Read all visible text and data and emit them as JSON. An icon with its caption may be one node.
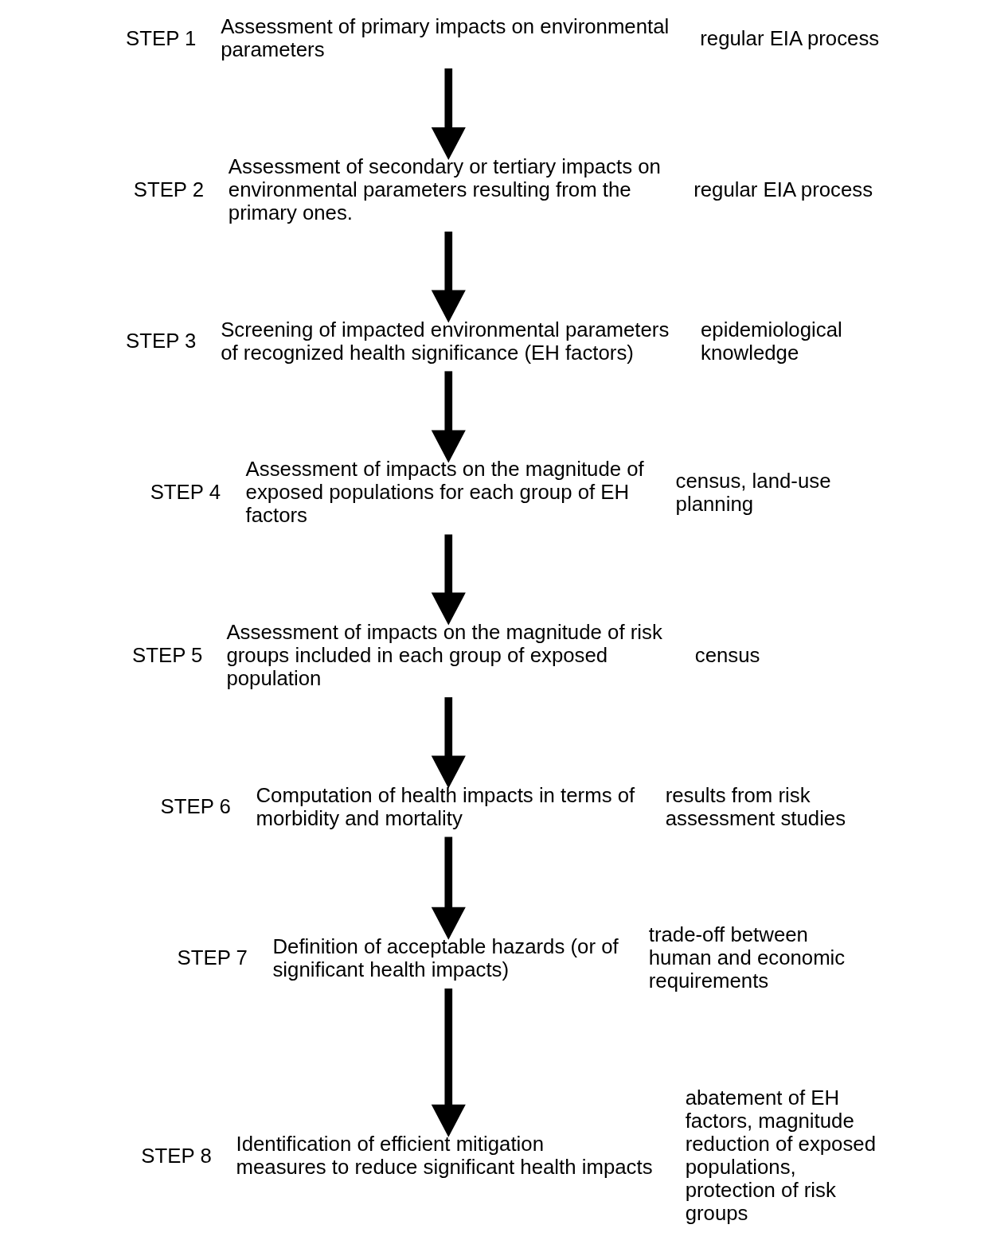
{
  "diagram": {
    "nodes": [
      {
        "text": [
          "Assessment of primary impacts on environmental parameters"
        ],
        "beside": [
          "STEP 1",
          "regular EIA process"
        ]
      },
      {
        "text": [
          "Assessment of secondary or tertiary impacts on environmental parameters resulting from the primary ones."
        ],
        "beside": [
          "STEP 2",
          "regular EIA process"
        ]
      },
      {
        "text": [
          "Screening of impacted environmental parameters of recognized health significance (EH factors)"
        ],
        "beside": [
          "STEP 3",
          "epidemiological knowledge"
        ]
      },
      {
        "text": [
          "Assessment of impacts on the magnitude of exposed populations for each group of EH factors"
        ],
        "beside": [
          "STEP 4",
          "census, land-use planning"
        ]
      },
      {
        "text": [
          "Assessment of impacts on the magnitude of risk groups included in each group of exposed population"
        ],
        "beside": [
          "STEP 5",
          "census"
        ]
      },
      {
        "text": [
          "Computation of health impacts in terms of morbidity and mortality"
        ],
        "beside": [
          "STEP 6",
          "results from risk assessment studies"
        ]
      },
      {
        "text": [
          "Definition of acceptable hazards (or of significant health impacts)"
        ],
        "beside": [
          "STEP 7",
          "trade-off between human and economic requirements"
        ]
      },
      {
        "text": [
          "Identification of efficient mitigation measures to reduce significant health impacts"
        ],
        "beside": [
          "STEP 8",
          "abatement of EH factors, magnitude reduction of exposed populations, protection of risk groups"
        ]
      }
    ],
    "edges": [
      {
        "from": 0,
        "to": 1,
        "arrow": "to"
      },
      {
        "from": 1,
        "to": 2,
        "arrow": "to"
      },
      {
        "from": 2,
        "to": 3,
        "arrow": "to"
      },
      {
        "from": 3,
        "to": 4,
        "arrow": "to"
      },
      {
        "from": 4,
        "to": 5,
        "arrow": "to"
      },
      {
        "from": 5,
        "to": 6,
        "arrow": "to"
      },
      {
        "from": 6,
        "to": 7,
        "arrow": "to"
      }
    ]
  }
}
